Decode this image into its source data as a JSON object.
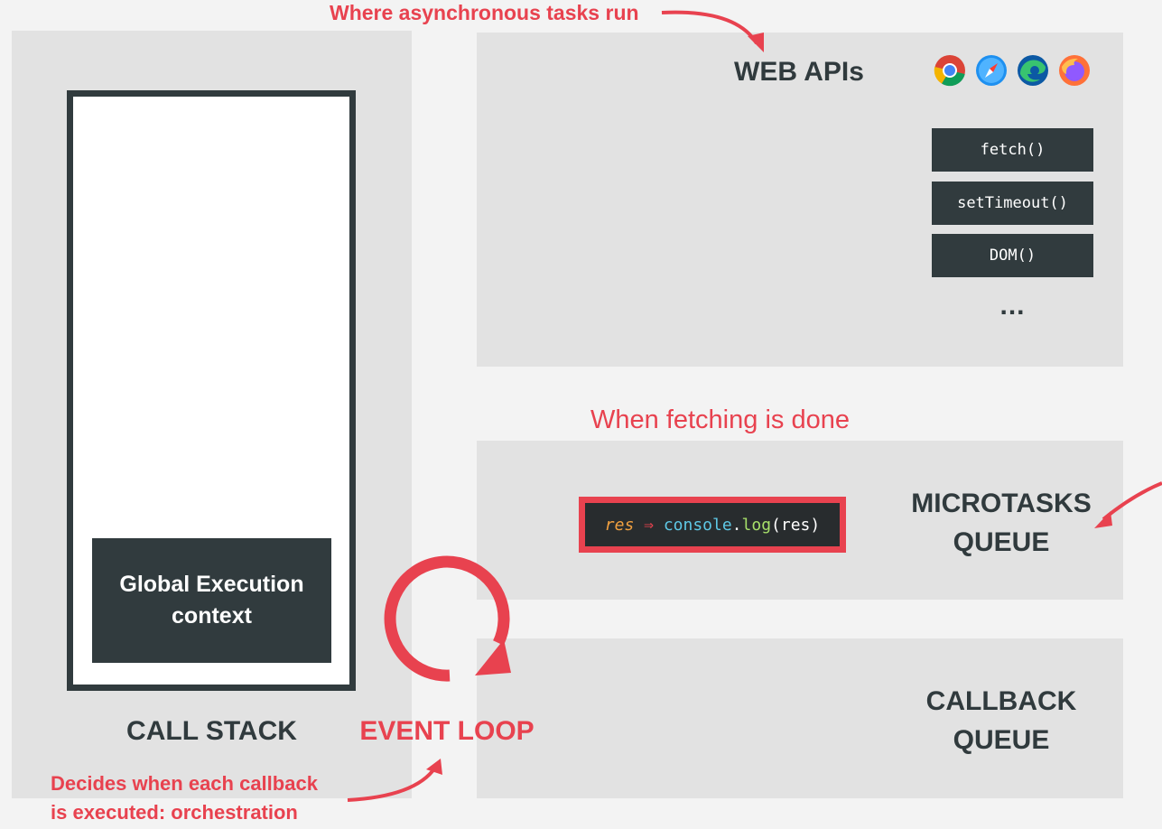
{
  "annotations": {
    "top": "Where asynchronous tasks run",
    "middle": "When fetching is done",
    "bottom_line1": "Decides when each callback",
    "bottom_line2_prefix": "is executed: ",
    "bottom_line2_bold": "orchestration"
  },
  "call_stack": {
    "title": "CALL STACK",
    "frame": "Global Execution\ncontext"
  },
  "event_loop": {
    "label": "EVENT LOOP"
  },
  "web_apis": {
    "title": "WEB APIs",
    "browsers": [
      "chrome-icon",
      "safari-icon",
      "edge-icon",
      "firefox-icon"
    ],
    "apis": [
      "fetch()",
      "setTimeout()",
      "DOM()"
    ],
    "more": "..."
  },
  "microtasks": {
    "title": "MICROTASKS\nQUEUE",
    "code": {
      "param": "res",
      "arrow": "⇒",
      "obj": "console",
      "dot": ".",
      "fn": "log",
      "args": "(res)"
    }
  },
  "callback_queue": {
    "title": "CALLBACK\nQUEUE"
  },
  "colors": {
    "accent": "#e8424f",
    "dark": "#313b3e",
    "panel": "#e2e2e2"
  }
}
